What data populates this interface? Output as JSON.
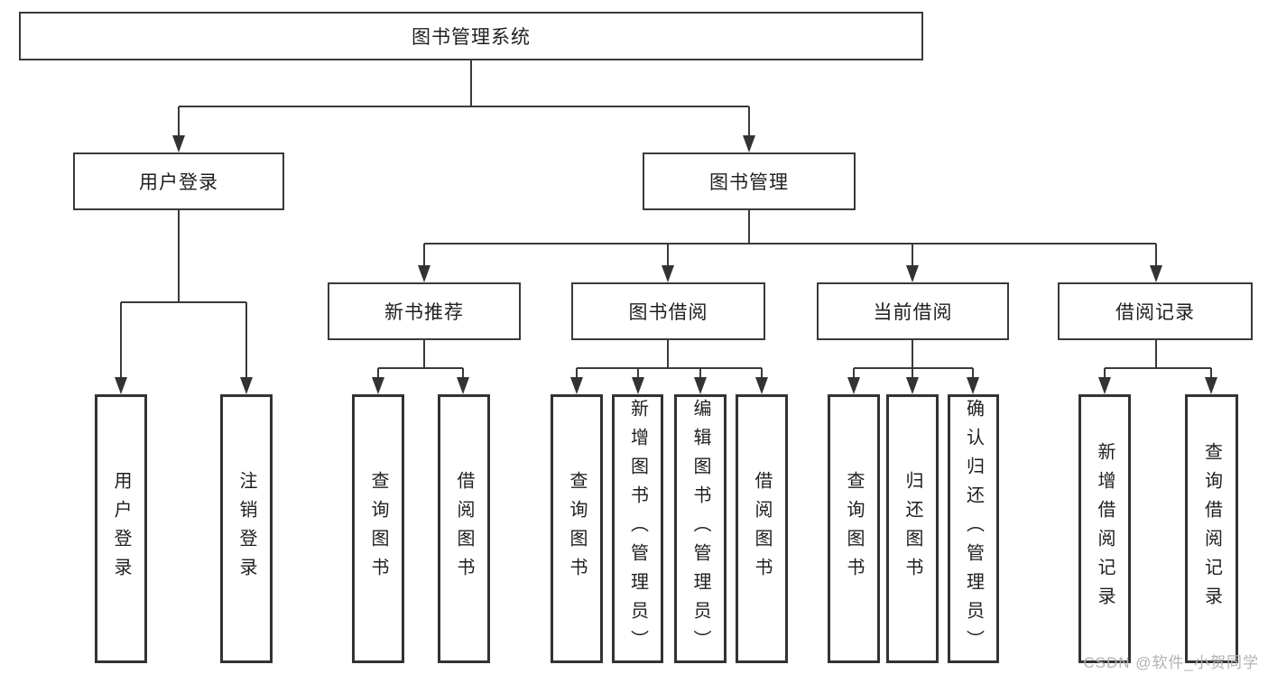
{
  "colors": {
    "line": "#3a3a3a",
    "box_border": "#333333",
    "text": "#1f1f1f",
    "watermark": "#b2b2b2",
    "background": "#ffffff"
  },
  "watermark": {
    "text": "CSDN @软件_小贺同学"
  },
  "tree": {
    "root": {
      "label": "图书管理系统",
      "children": [
        {
          "label": "用户登录",
          "children": [
            {
              "label": "用户登录"
            },
            {
              "label": "注销登录"
            }
          ]
        },
        {
          "label": "图书管理",
          "children": [
            {
              "label": "新书推荐",
              "children": [
                {
                  "label": "查询图书"
                },
                {
                  "label": "借阅图书"
                }
              ]
            },
            {
              "label": "图书借阅",
              "children": [
                {
                  "label": "查询图书"
                },
                {
                  "label": "新增图书（管理员）"
                },
                {
                  "label": "编辑图书（管理员）"
                },
                {
                  "label": "借阅图书"
                }
              ]
            },
            {
              "label": "当前借阅",
              "children": [
                {
                  "label": "查询图书"
                },
                {
                  "label": "归还图书"
                },
                {
                  "label": "确认归还（管理员）"
                }
              ]
            },
            {
              "label": "借阅记录",
              "children": [
                {
                  "label": "新增借阅记录"
                },
                {
                  "label": "查询借阅记录"
                }
              ]
            }
          ]
        }
      ]
    }
  }
}
